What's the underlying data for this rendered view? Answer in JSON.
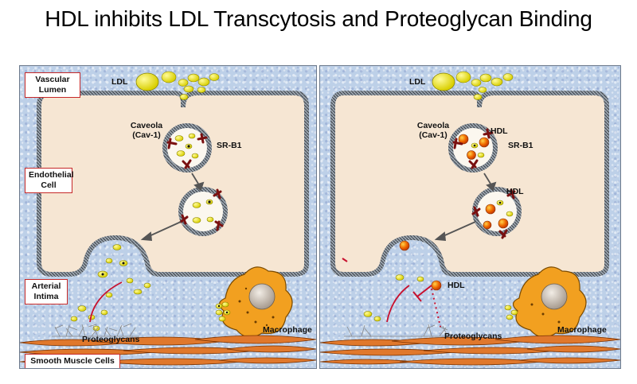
{
  "title": "HDL inhibits LDL Transcytosis and Proteoglycan Binding",
  "left_panel": {
    "box_labels": {
      "vascular_lumen": "Vascular Lumen",
      "endothelial_cell": "Endothelial Cell",
      "arterial_intima": "Arterial Intima",
      "smooth_muscle_cells": "Smooth Muscle Cells"
    },
    "labels": {
      "ldl": "LDL",
      "caveola": "Caveola (Cav-1)",
      "sr_b1": "SR-B1",
      "proteoglycans": "Proteoglycans",
      "macrophage": "Macrophage"
    }
  },
  "right_panel": {
    "labels": {
      "ldl": "LDL",
      "caveola": "Caveola (Cav-1)",
      "hdl_upper": "HDL",
      "sr_b1": "SR-B1",
      "hdl_middle": "HDL",
      "hdl_free": "HDL",
      "proteoglycans": "Proteoglycans",
      "macrophage": "Macrophage"
    }
  },
  "colors": {
    "ldl": "#e8e000",
    "hdl": "#f06a00",
    "cytoplasm": "#f6e6d3",
    "lumen_background": "#bdd0e8",
    "smooth_muscle": "#e0782c",
    "macrophage": "#f2a020",
    "receptor": "#7a1010",
    "label_border": "#c62828"
  }
}
